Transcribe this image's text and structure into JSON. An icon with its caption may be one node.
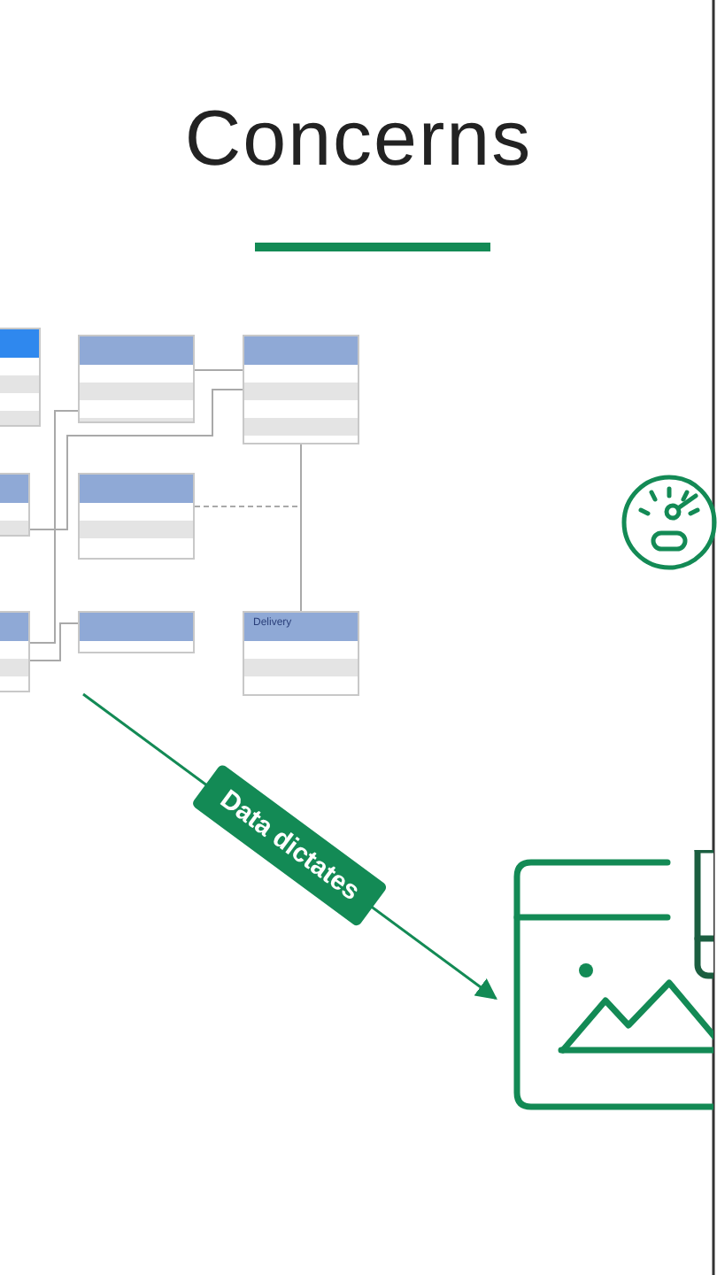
{
  "diagram": {
    "title": "Concerns",
    "nodes": [
      {
        "text": [],
        "shape": "box"
      },
      {
        "text": [],
        "shape": "box"
      },
      {
        "text": [],
        "shape": "box"
      },
      {
        "text": [],
        "shape": "box"
      },
      {
        "text": [],
        "shape": "box"
      },
      {
        "text": [],
        "shape": "box"
      },
      {
        "text": [],
        "shape": "box"
      },
      {
        "text": [
          "Delivery"
        ]
      },
      {
        "text": [],
        "shape": "picture"
      }
    ],
    "edges": [
      {
        "from": 1,
        "to": 2,
        "arrow": "none"
      },
      {
        "from": 3,
        "to": 2,
        "arrow": "none"
      },
      {
        "from": 1,
        "to": 5,
        "arrow": "none"
      },
      {
        "from": 5,
        "to": 6,
        "arrow": "none"
      },
      {
        "from": 2,
        "to": 7,
        "arrow": "none"
      },
      {
        "from": 4,
        "to": null,
        "arrow": "none",
        "style": "dashed"
      },
      {
        "from": null,
        "to": 8,
        "arrow": "to",
        "label": "Data dictates",
        "color": "#138a55"
      }
    ]
  }
}
